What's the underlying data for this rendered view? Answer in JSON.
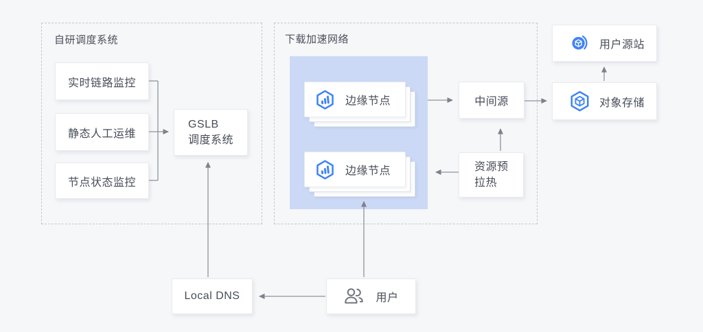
{
  "panels": {
    "scheduling": {
      "title": "自研调度系统"
    },
    "network": {
      "title": "下载加速网络"
    }
  },
  "nodes": {
    "realtime_monitor": {
      "label": "实时链路监控"
    },
    "manual_ops": {
      "label": "静态人工运维"
    },
    "node_status": {
      "label": "节点状态监控"
    },
    "gslb": {
      "line1": "GSLB",
      "line2": "调度系统"
    },
    "edge_node_top": {
      "label": "边缘节点"
    },
    "edge_node_bottom": {
      "label": "边缘节点"
    },
    "mid_source": {
      "label": "中间源"
    },
    "prewarm": {
      "line1": "资源预",
      "line2": "拉热"
    },
    "user_origin": {
      "label": "用户源站"
    },
    "object_storage": {
      "label": "对象存储"
    },
    "local_dns": {
      "label": "Local DNS"
    },
    "user": {
      "label": "用户"
    }
  },
  "icons": {
    "edge_node": "hexagon-signal-icon",
    "object_storage": "hexagon-cube-icon",
    "user_origin": "circle-cube-arc-icon",
    "user": "two-users-icon"
  },
  "colors": {
    "icon_blue": "#3e83f6",
    "edge_cluster_bg": "#cbd9f6",
    "arrow_gray": "#8e939b",
    "canvas_bg": "#f6f7f9",
    "text": "#474d57"
  }
}
